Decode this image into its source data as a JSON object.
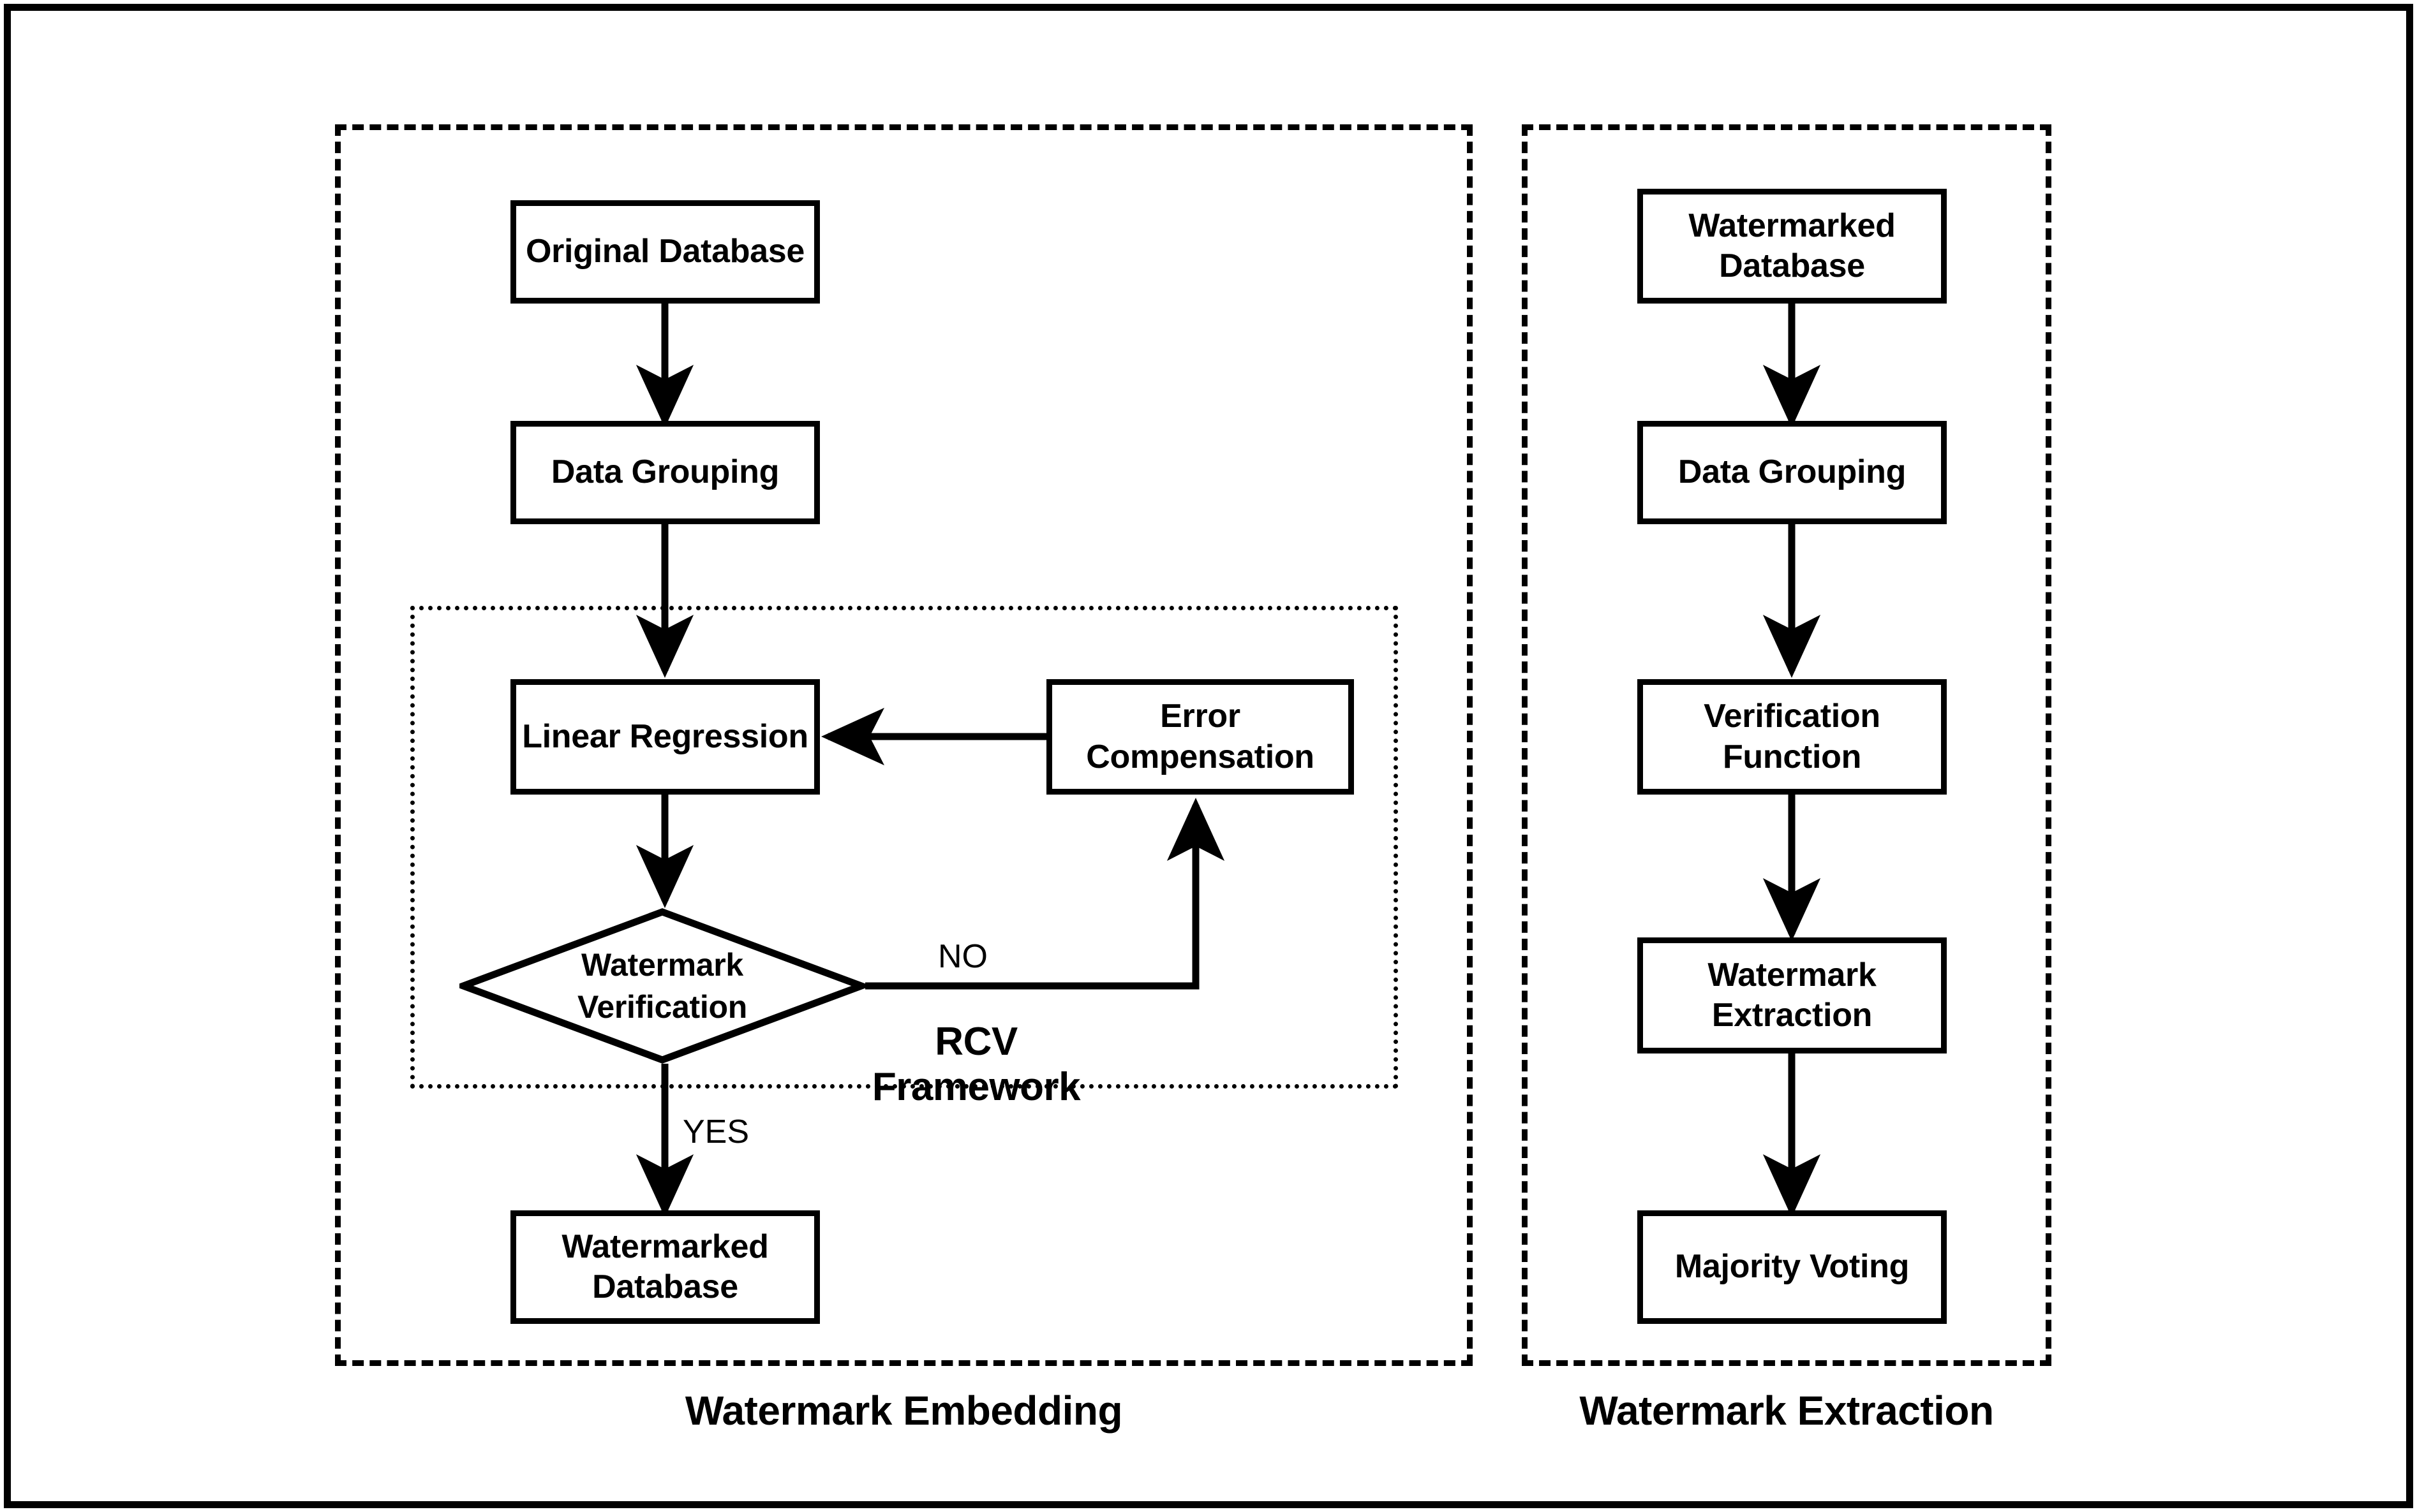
{
  "diagram": {
    "title": "Watermarking Framework Flowchart",
    "background_color": "#ffffff",
    "line_color": "#000000"
  },
  "groups": {
    "embedding": {
      "caption": "Watermark Embedding",
      "border_style": "dashed"
    },
    "extraction": {
      "caption": "Watermark Extraction",
      "border_style": "dashed"
    },
    "rcv": {
      "label": "RCV Framework",
      "border_style": "dotted"
    }
  },
  "embedding_nodes": {
    "original_database": "Original Database",
    "data_grouping": "Data Grouping",
    "linear_regression": "Linear Regression",
    "error_compensation_line1": "Error",
    "error_compensation_line2": "Compensation",
    "watermark_verification_line1": "Watermark",
    "watermark_verification_line2": "Verification",
    "watermarked_database_line1": "Watermarked",
    "watermarked_database_line2": "Database"
  },
  "extraction_nodes": {
    "watermarked_database_line1": "Watermarked",
    "watermarked_database_line2": "Database",
    "data_grouping": "Data Grouping",
    "verification_function_line1": "Verification",
    "verification_function_line2": "Function",
    "watermark_extraction_line1": "Watermark",
    "watermark_extraction_line2": "Extraction",
    "majority_voting": "Majority Voting"
  },
  "edge_labels": {
    "no": "NO",
    "yes": "YES"
  },
  "flows": {
    "embedding": [
      "Original Database -> Data Grouping",
      "Data Grouping -> Linear Regression",
      "Linear Regression -> Watermark Verification",
      "Watermark Verification -NO-> Error Compensation",
      "Error Compensation -> Linear Regression",
      "Watermark Verification -YES-> Watermarked Database"
    ],
    "extraction": [
      "Watermarked Database -> Data Grouping",
      "Data Grouping -> Verification Function",
      "Verification Function -> Watermark Extraction",
      "Watermark Extraction -> Majority Voting"
    ]
  }
}
